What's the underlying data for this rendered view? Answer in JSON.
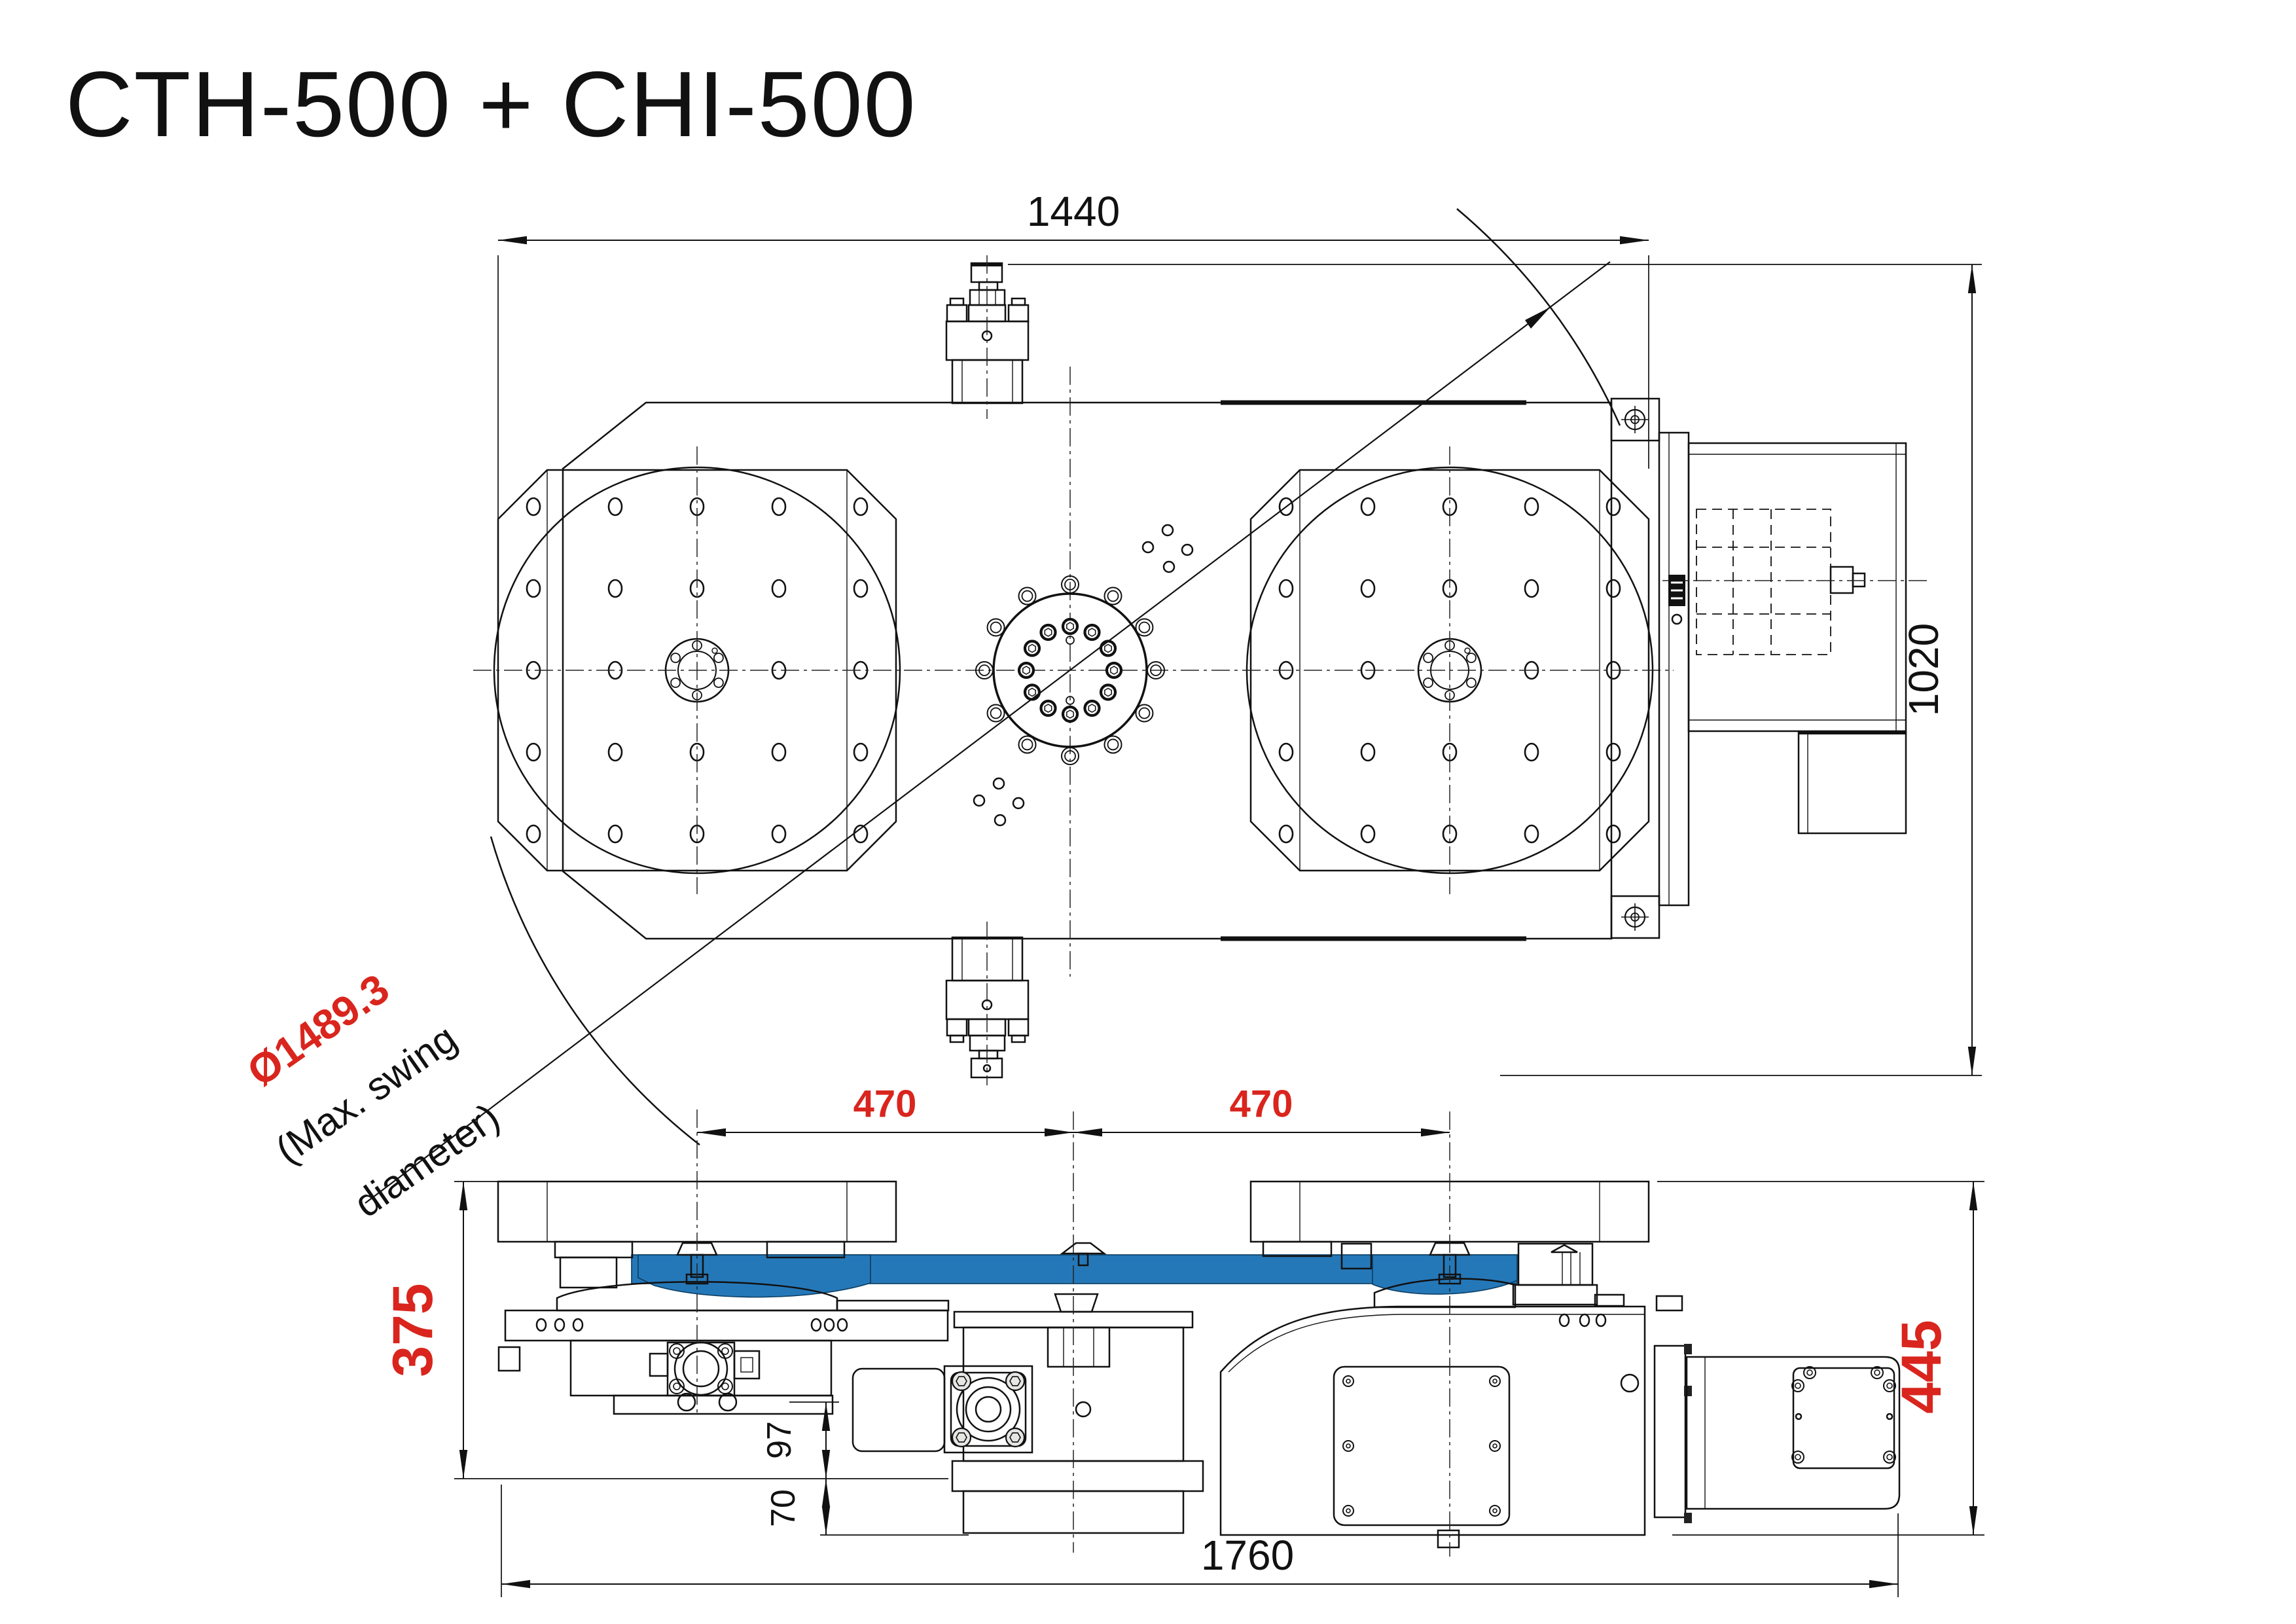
{
  "title": "CTH-500 + CHI-500",
  "top_view": {
    "width_dim": "1440",
    "depth_dim": "1020",
    "swing_diameter": "Ø1489.3",
    "swing_caption_1": "(Max. swing",
    "swing_caption_2": "diameter)"
  },
  "front_view": {
    "pallet_center_left_dim": "470",
    "pallet_center_right_dim": "470",
    "height_left_dim": "375",
    "height_right_dim": "445",
    "clamp_height_dim": "97",
    "base_height_dim": "70",
    "overall_width_dim": "1760"
  },
  "colors": {
    "dimension_red": "#d9251d",
    "highlight_blue": "#2578b8",
    "machine_beige": "#edebdc",
    "machine_gray": "#c7cac7",
    "line_black": "#111111"
  }
}
